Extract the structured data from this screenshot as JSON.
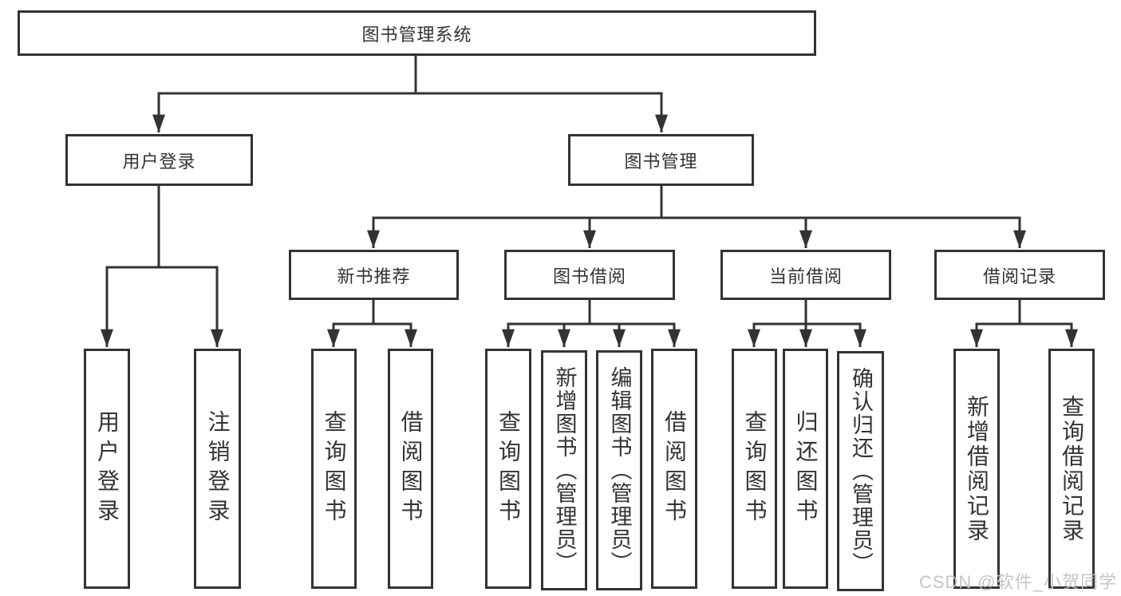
{
  "diagram": {
    "border_color": "#333333",
    "text_color": "#333333",
    "background_color": "#ffffff",
    "root": "图书管理系统",
    "level2": [
      "用户登录",
      "图书管理"
    ],
    "level3": [
      "新书推荐",
      "图书借阅",
      "当前借阅",
      "借阅记录"
    ],
    "level4": {
      "user_login": [
        "用户登录",
        "注销登录"
      ],
      "new_book_recommend": [
        "查询图书",
        "借阅图书"
      ],
      "book_borrow": [
        "查询图书",
        "新增图书（管理员）",
        "编辑图书（管理员）",
        "借阅图书"
      ],
      "current_borrow": [
        "查询图书",
        "归还图书",
        "确认归还（管理员）"
      ],
      "borrow_record": [
        "新增借阅记录",
        "查询借阅记录"
      ]
    }
  },
  "watermark": {
    "text": "CSDN @软件_小贺同学",
    "color": "#c2c2c2"
  }
}
